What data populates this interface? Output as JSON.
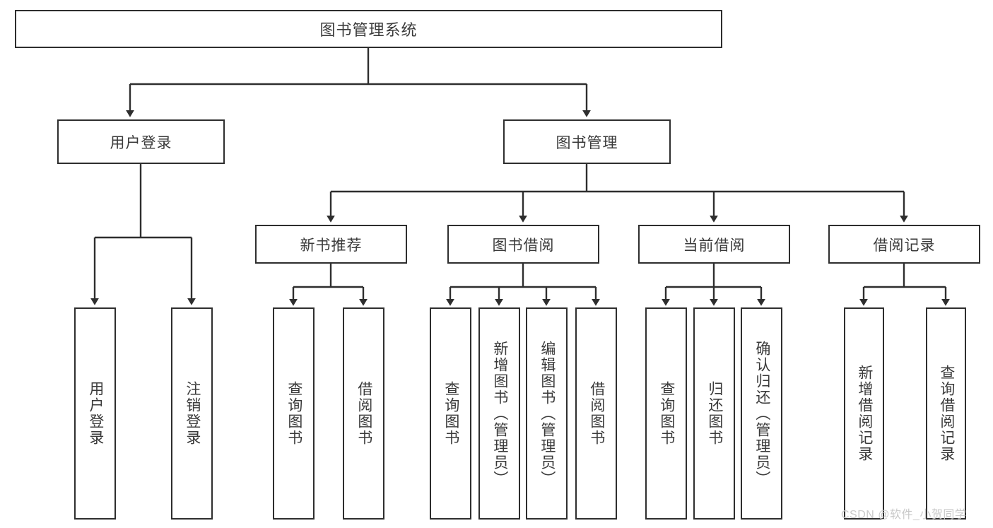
{
  "diagram": {
    "title_box": {
      "label": "图书管理系统"
    },
    "level2": [
      {
        "label": "用户登录"
      },
      {
        "label": "图书管理"
      }
    ],
    "level3": [
      {
        "label": "新书推荐"
      },
      {
        "label": "图书借阅"
      },
      {
        "label": "当前借阅"
      },
      {
        "label": "借阅记录"
      }
    ],
    "leaves": {
      "user_login": [
        {
          "label": "用户登录"
        },
        {
          "label": "注销登录"
        }
      ],
      "new_book_recommend": [
        {
          "label": "查询图书"
        },
        {
          "label": "借阅图书"
        }
      ],
      "book_borrow": [
        {
          "label": "查询图书"
        },
        {
          "label": "新增图书（管理员）"
        },
        {
          "label": "编辑图书（管理员）"
        },
        {
          "label": "借阅图书"
        }
      ],
      "current_borrow": [
        {
          "label": "查询图书"
        },
        {
          "label": "归还图书"
        },
        {
          "label": "确认归还（管理员）"
        }
      ],
      "borrow_record": [
        {
          "label": "新增借阅记录"
        },
        {
          "label": "查询借阅记录"
        }
      ]
    }
  },
  "watermark": {
    "text": "CSDN @软件_小贺同学"
  },
  "colors": {
    "stroke": "#2e2e2e",
    "fill": "#ffffff",
    "text": "#3a3a3a",
    "watermark": "#c9c9c9"
  }
}
